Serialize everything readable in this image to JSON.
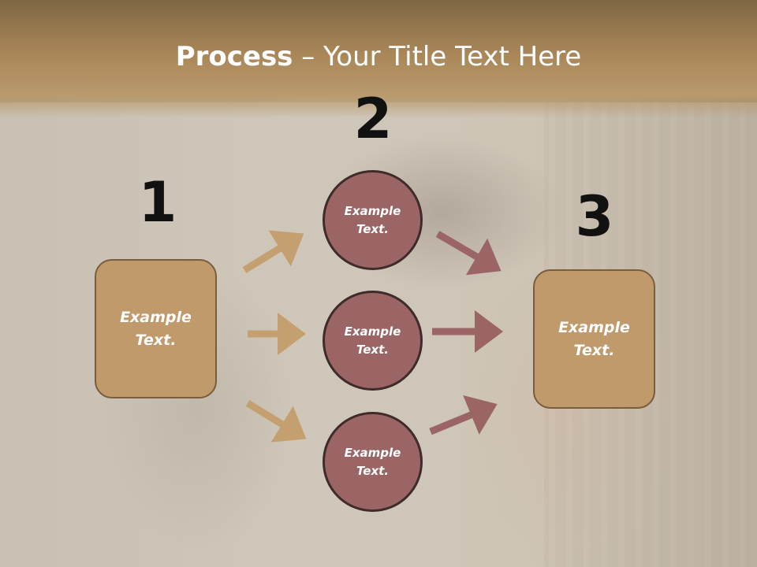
{
  "slide": {
    "title_bold": "Process",
    "title_rest": " – Your Title Text Here"
  },
  "steps": [
    {
      "number": "1",
      "text_line1": "Example",
      "text_line2": "Text."
    },
    {
      "number": "2"
    },
    {
      "number": "3",
      "text_line1": "Example",
      "text_line2": "Text."
    }
  ],
  "circles": [
    {
      "text_line1": "Example",
      "text_line2": "Text."
    },
    {
      "text_line1": "Example",
      "text_line2": "Text."
    },
    {
      "text_line1": "Example",
      "text_line2": "Text."
    }
  ],
  "colors": {
    "left_arrow": "#c4a070",
    "right_arrow": "#9b6566",
    "box_fill": "#c09a6b",
    "circle_fill": "#9b6566"
  }
}
